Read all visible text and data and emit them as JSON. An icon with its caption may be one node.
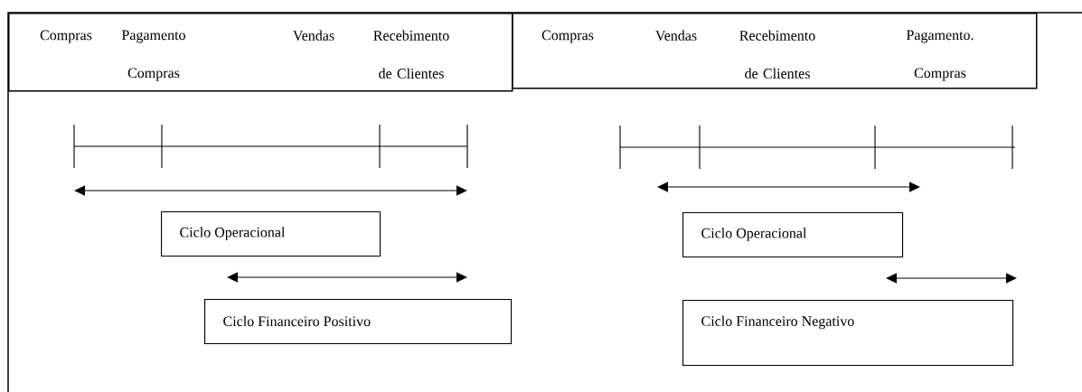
{
  "diagram": {
    "nodes": [
      {
        "text": [
          "Compras",
          "Pagamento Compras",
          "Vendas",
          "Recebimento de Clientes"
        ]
      },
      {
        "text": [
          "Compras",
          "Vendas",
          "Recebimento de Clientes",
          "Pagamento. Compras"
        ]
      },
      {
        "text": [
          "Ciclo Operacional"
        ]
      },
      {
        "text": [
          "Ciclo Financeiro Positivo"
        ]
      },
      {
        "text": [
          "Ciclo Operacional"
        ]
      },
      {
        "text": [
          "Ciclo Financeiro Negativo"
        ]
      }
    ]
  }
}
